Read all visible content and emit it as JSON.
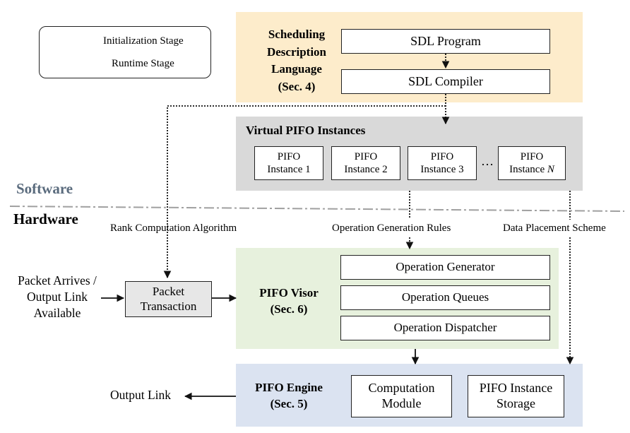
{
  "legend": {
    "init_label": "Initialization Stage",
    "runtime_label": "Runtime Stage"
  },
  "sdl": {
    "title_lines": [
      "Scheduling",
      "Description",
      "Language",
      "(Sec. 4)"
    ],
    "program": "SDL Program",
    "compiler": "SDL Compiler"
  },
  "vpifo": {
    "title": "Virtual PIFO Instances",
    "instances": [
      {
        "line1": "PIFO",
        "line2": "Instance 1"
      },
      {
        "line1": "PIFO",
        "line2": "Instance 2"
      },
      {
        "line1": "PIFO",
        "line2": "Instance 3"
      },
      {
        "line1": "PIFO",
        "line2": "Instance ",
        "italic": "N"
      }
    ],
    "ellipsis": "…"
  },
  "divider": {
    "software": "Software",
    "hardware": "Hardware"
  },
  "labels": {
    "rank": "Rank  Computation Algorithm",
    "opgen": "Operation Generation Rules",
    "placement": "Data  Placement Scheme"
  },
  "input": {
    "lines": [
      "Packet Arrives /",
      "Output Link",
      "Available"
    ]
  },
  "transaction": {
    "lines": [
      "Packet",
      "Transaction"
    ]
  },
  "visor": {
    "title_lines": [
      "PIFO Visor",
      "(Sec. 6)"
    ],
    "generator": "Operation Generator",
    "queues": "Operation Queues",
    "dispatcher": "Operation Dispatcher"
  },
  "engine": {
    "title_lines": [
      "PIFO Engine",
      "(Sec. 5)"
    ],
    "computation_lines": [
      "Computation",
      "Module"
    ],
    "storage_lines": [
      "PIFO Instance",
      "Storage"
    ],
    "output": "Output Link"
  },
  "colors": {
    "sdl_bg": "#fdeccb",
    "vpifo_bg": "#d9d9d9",
    "visor_bg": "#e7f1dd",
    "engine_bg": "#dbe3f1",
    "software_text": "#5a6b7d",
    "divider": "#a0a0a0"
  }
}
